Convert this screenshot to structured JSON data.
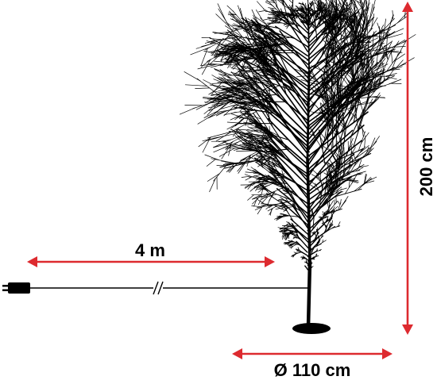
{
  "colors": {
    "arrow": "#dd2a2f",
    "ink": "#000000",
    "background": "#ffffff"
  },
  "dimensions": {
    "cable_length": "4 m",
    "height": "200 cm",
    "diameter": "Ø 110 cm"
  },
  "icons": {
    "tree": "led-tree-silhouette-icon",
    "plug": "power-plug-icon",
    "break": "cable-break-mark-icon"
  }
}
